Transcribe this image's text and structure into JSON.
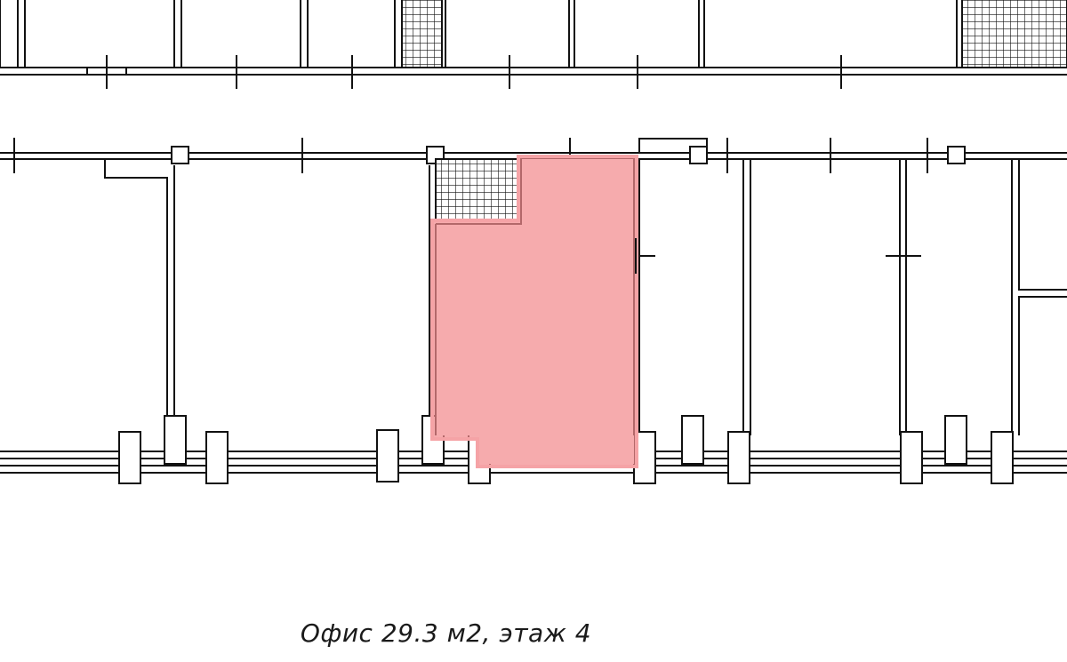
{
  "caption": "Офис 29.3 м2, этаж 4",
  "colors": {
    "highlight_fill": "#f28b8e",
    "highlight_stroke": "#f5a3a6",
    "line": "#111111",
    "background": "#ffffff"
  },
  "highlighted_unit": {
    "type": "office",
    "area_m2": 29.3,
    "floor": 4
  }
}
